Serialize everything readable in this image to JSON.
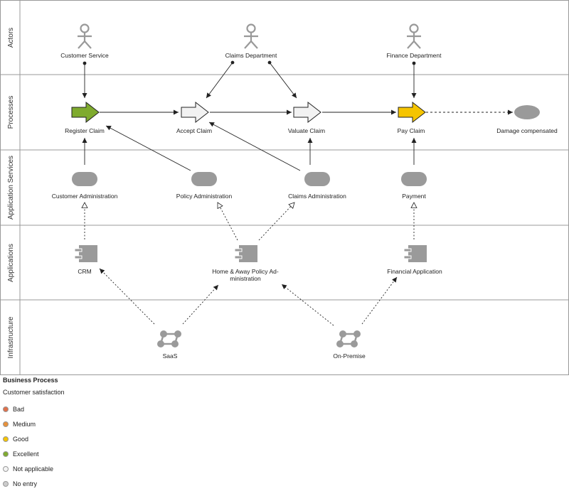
{
  "lanes": {
    "actors": "Actors",
    "processes": "Processes",
    "app_services": "Application Services",
    "applications": "Applications",
    "infrastructure": "Infrastructure"
  },
  "actors": {
    "customer_service": "Customer Service",
    "claims_department": "Claims Department",
    "finance_department": "Finance Department"
  },
  "processes": {
    "register_claim": "Register Claim",
    "accept_claim": "Accept Claim",
    "valuate_claim": "Valuate Claim",
    "pay_claim": "Pay Claim",
    "damage_compensated": "Damage compensated"
  },
  "services": {
    "customer_admin": "Customer Administration",
    "policy_admin": "Policy Administration",
    "claims_admin": "Claims Administration",
    "payment": "Payment"
  },
  "applications": {
    "crm": "CRM",
    "home_away_line1": "Home & Away Policy Ad-",
    "home_away_line2": "ministration",
    "financial": "Financial Application"
  },
  "infrastructure": {
    "saas": "SaaS",
    "on_premise": "On-Premise"
  },
  "legend": {
    "title": "Business Process",
    "subtitle": "Customer satisfaction",
    "items": [
      {
        "label": "Bad",
        "color": "#e0704a"
      },
      {
        "label": "Medium",
        "color": "#e8913a"
      },
      {
        "label": "Good",
        "color": "#f5c400"
      },
      {
        "label": "Excellent",
        "color": "#7fab2e"
      },
      {
        "label": "Not applicable",
        "color": "#f4f4f4"
      },
      {
        "label": "No entry",
        "color": "#cccccc"
      }
    ]
  },
  "colors": {
    "register_claim": "#7fab2e",
    "pay_claim": "#f5c400",
    "neutral_process": "#f2f2f2",
    "element_gray": "#9a9a9a",
    "lane_border": "#999999"
  }
}
